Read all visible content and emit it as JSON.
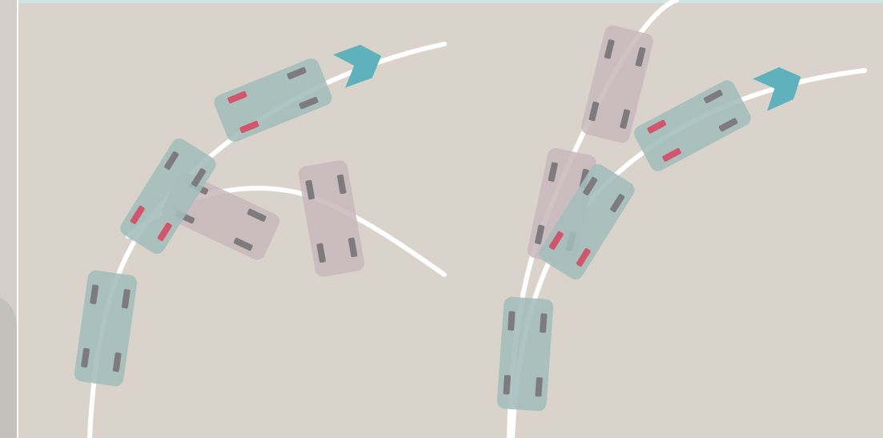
{
  "colors": {
    "background": "#d9d3cc",
    "top_border": "#cfe4e3",
    "left_panel": "#c9c5bf",
    "path": "#ffffff",
    "car_teal": "#a3bdbb",
    "car_mauve": "#c8b7bd",
    "wheel": "#7d7b7e",
    "brake_light": "#d1566b",
    "arrow": "#5fb2bc"
  },
  "panels": [
    {
      "name": "left-scenario",
      "paths": [
        "main-curve",
        "secondary-curve"
      ],
      "cars": [
        {
          "type": "teal",
          "label": "car-bottom",
          "braking": false
        },
        {
          "type": "mauve",
          "label": "car-crossing",
          "braking": false
        },
        {
          "type": "teal",
          "label": "car-turning",
          "braking": true
        },
        {
          "type": "teal",
          "label": "car-top",
          "braking": true
        },
        {
          "type": "mauve",
          "label": "car-right",
          "braking": false
        }
      ],
      "arrow_icon": "direction-arrow-icon"
    },
    {
      "name": "right-scenario",
      "paths": [
        "main-curve",
        "secondary-curve",
        "upper-branch"
      ],
      "cars": [
        {
          "type": "teal",
          "label": "car-bottom",
          "braking": false
        },
        {
          "type": "mauve",
          "label": "car-middle",
          "braking": false
        },
        {
          "type": "teal",
          "label": "car-turning",
          "braking": true
        },
        {
          "type": "mauve",
          "label": "car-upper",
          "braking": false
        },
        {
          "type": "teal",
          "label": "car-right",
          "braking": true
        }
      ],
      "arrow_icon": "direction-arrow-icon"
    }
  ]
}
